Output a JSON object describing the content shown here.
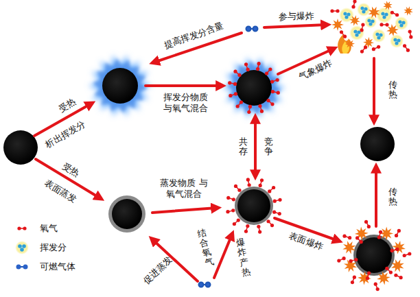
{
  "diagram": {
    "labels": [
      "提高挥发分含量",
      "参与爆炸",
      "受热",
      "析出挥发分",
      "挥发分物质 与氧气混合",
      "气象爆炸",
      "传热",
      "共存",
      "竞争",
      "受热",
      "表面蒸发",
      "蒸发物质 与氧气混合",
      "促进蒸发",
      "结合氧气",
      "爆炸产热",
      "表面爆炸",
      "传热"
    ],
    "legend": [
      {
        "text": "氧气"
      },
      {
        "text": "挥发分"
      },
      {
        "text": "可燃气体"
      }
    ]
  }
}
